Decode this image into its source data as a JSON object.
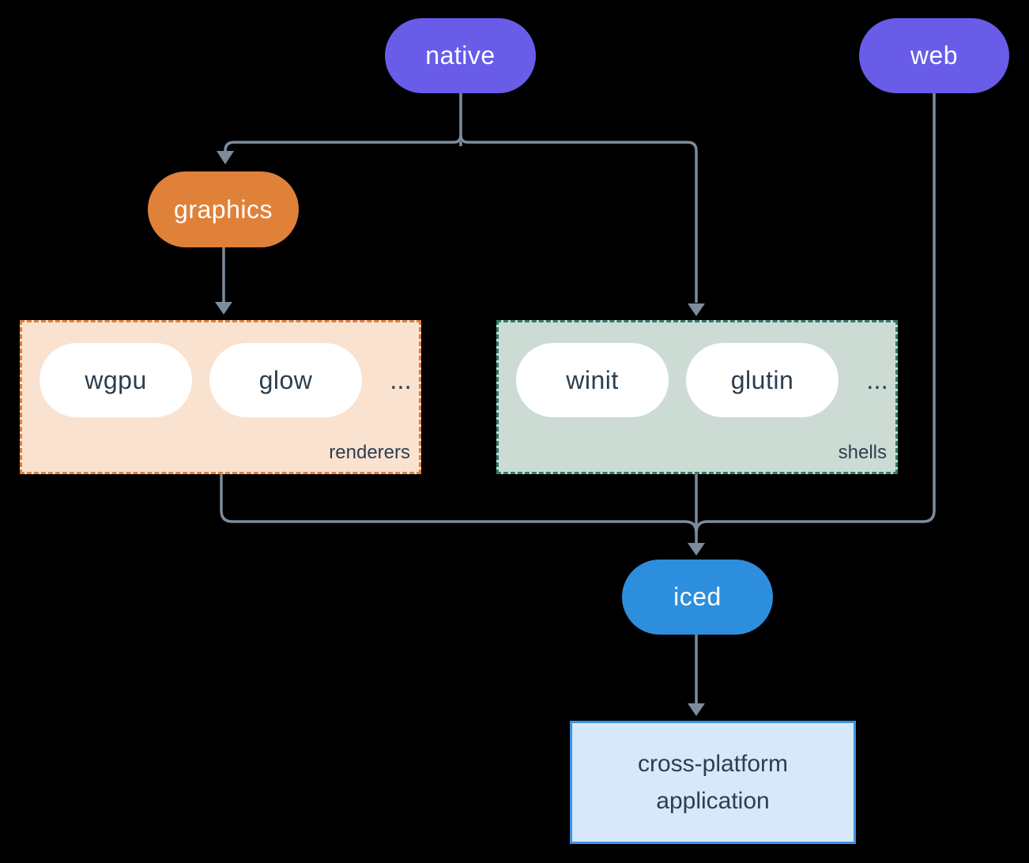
{
  "diagram": {
    "nodes": {
      "native": {
        "label": "native"
      },
      "web": {
        "label": "web"
      },
      "graphics": {
        "label": "graphics"
      },
      "iced": {
        "label": "iced"
      },
      "wgpu": {
        "label": "wgpu"
      },
      "glow": {
        "label": "glow"
      },
      "winit": {
        "label": "winit"
      },
      "glutin": {
        "label": "glutin"
      },
      "app": {
        "label": "cross-platform application"
      }
    },
    "groups": {
      "renderers": {
        "label": "renderers",
        "ellipsis": "..."
      },
      "shells": {
        "label": "shells",
        "ellipsis": "..."
      }
    },
    "edges": [
      "native -> graphics",
      "native -> shells",
      "graphics -> renderers",
      "renderers -> iced",
      "shells -> iced",
      "web -> iced",
      "iced -> cross-platform application"
    ]
  },
  "colors": {
    "background": "#000000",
    "purple": "#695ce9",
    "orange": "#e0813a",
    "blue": "#2e8ede",
    "line": "#7d8c9b",
    "dark": "#2d3e4e",
    "node_text": "#ffffff",
    "pill_white": "#ffffff",
    "renderers_bg": "#f9e2d0",
    "renderers_border": "#e0813a",
    "shells_bg": "#ccdcd5",
    "shells_border": "#2e7d6e",
    "app_bg": "#d6e8f9",
    "app_border": "#3e92e0"
  }
}
